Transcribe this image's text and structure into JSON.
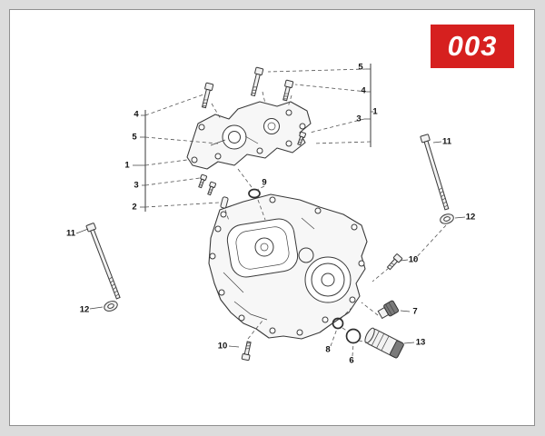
{
  "badge": {
    "label": "003"
  },
  "colors": {
    "page_background": "#dcdcdc",
    "sheet_background": "#ffffff",
    "sheet_border": "#8f8f8f",
    "badge_background": "#d6201f",
    "badge_text": "#ffffff",
    "line": "#3a3a3a"
  },
  "callouts": [
    {
      "label": "5"
    },
    {
      "label": "4"
    },
    {
      "label": "3"
    },
    {
      "label": "1"
    },
    {
      "label": "4"
    },
    {
      "label": "5"
    },
    {
      "label": "1"
    },
    {
      "label": "3"
    },
    {
      "label": "2"
    },
    {
      "label": "9"
    },
    {
      "label": "11"
    },
    {
      "label": "12"
    },
    {
      "label": "10"
    },
    {
      "label": "7"
    },
    {
      "label": "13"
    },
    {
      "label": "8"
    },
    {
      "label": "6"
    },
    {
      "label": "11"
    },
    {
      "label": "12"
    },
    {
      "label": "10"
    }
  ]
}
